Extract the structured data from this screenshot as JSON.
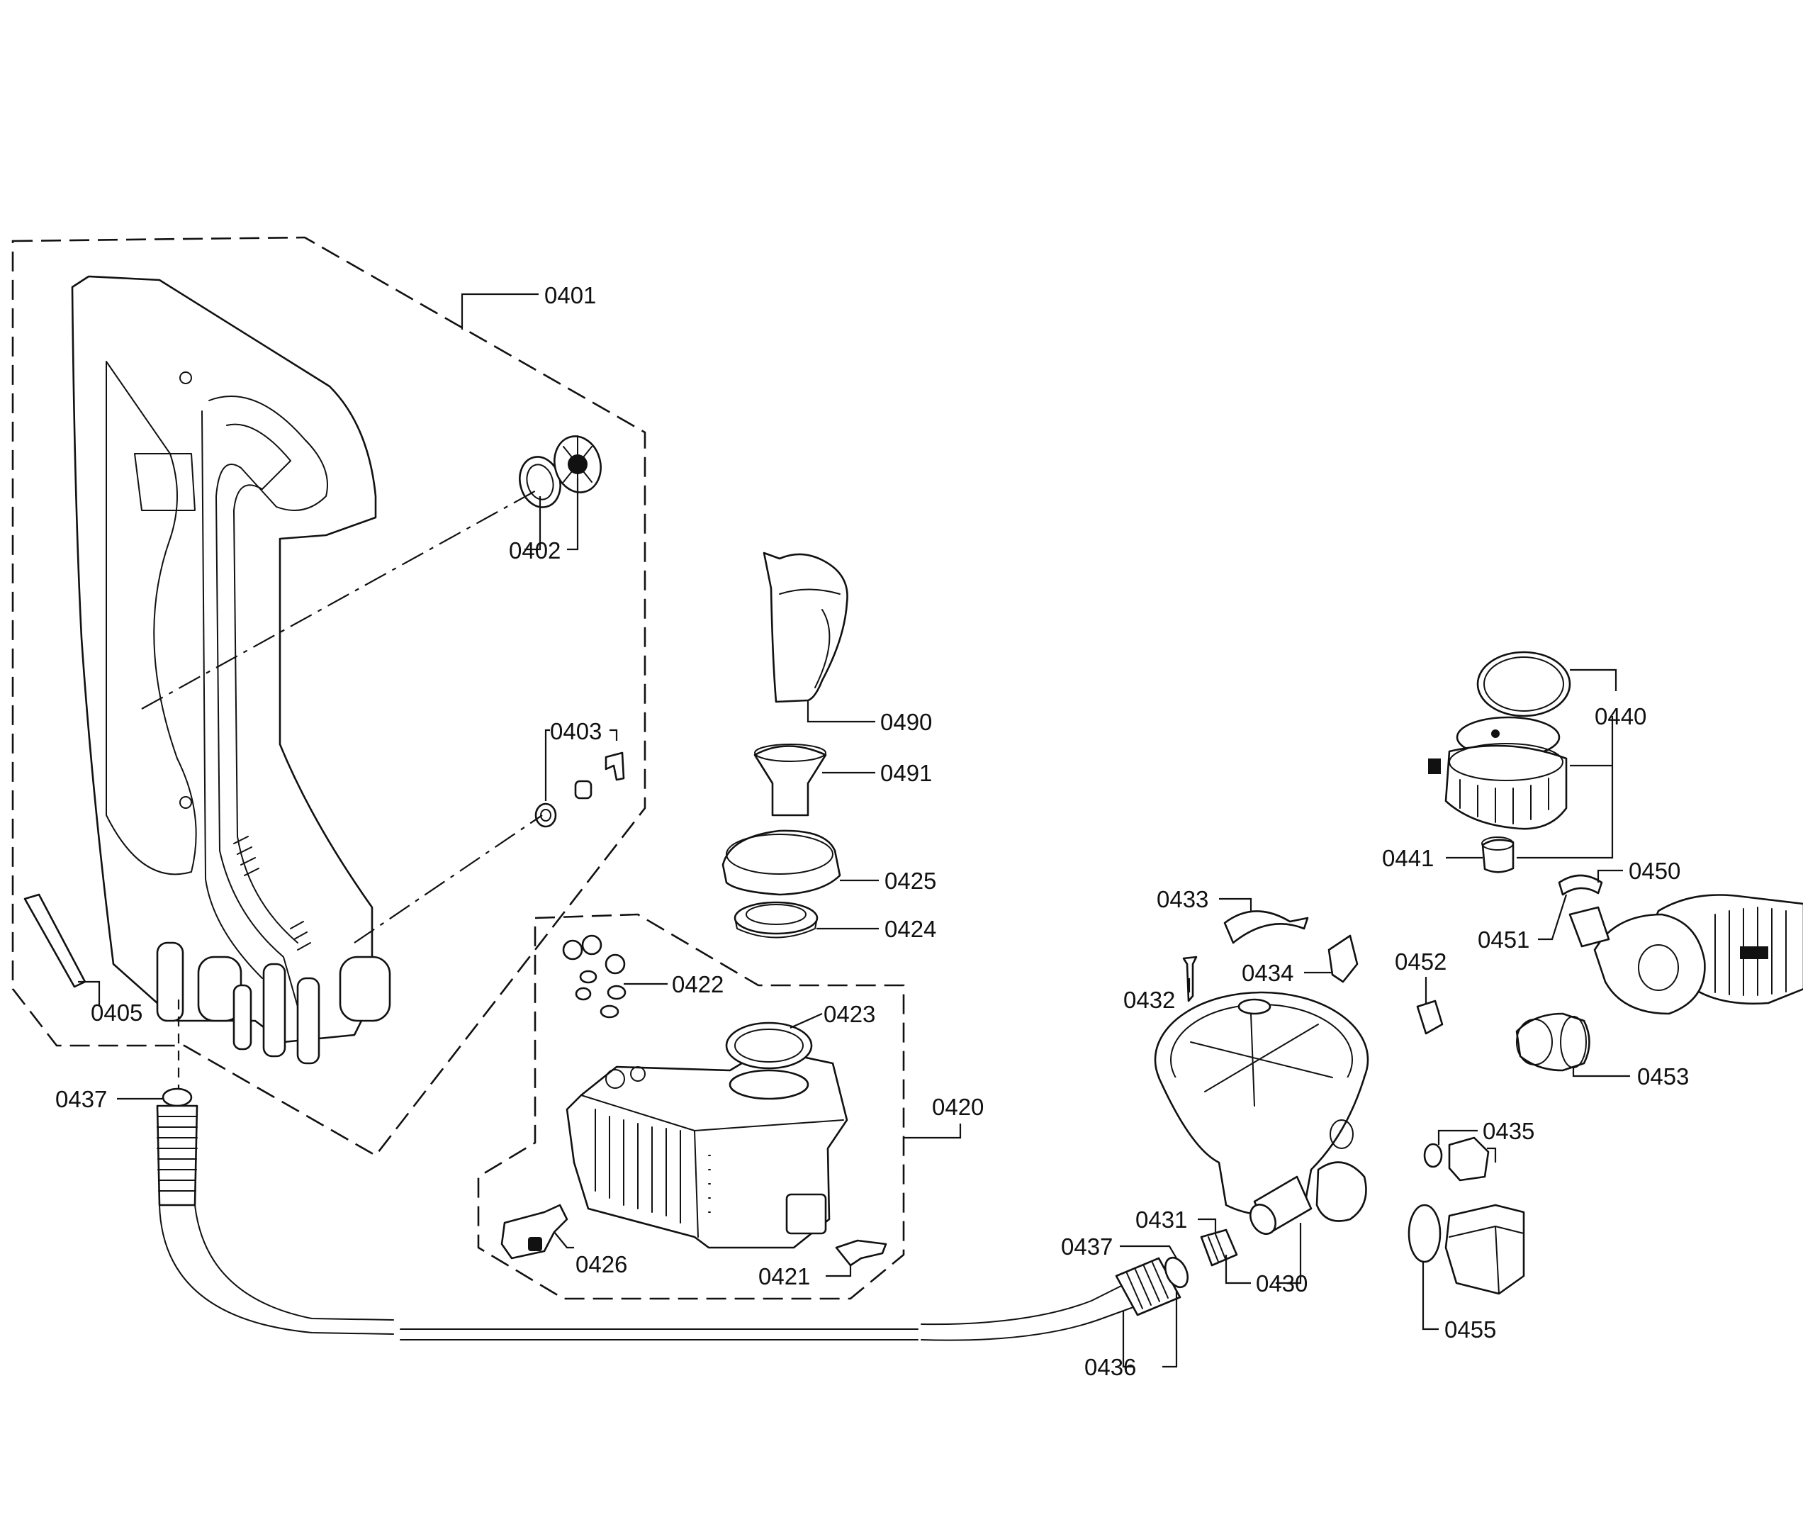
{
  "labels": {
    "p0401": "0401",
    "p0402": "0402",
    "p0403": "0403",
    "p0405": "0405",
    "p0437a": "0437",
    "p0490": "0490",
    "p0491": "0491",
    "p0425": "0425",
    "p0424": "0424",
    "p0422": "0422",
    "p0423": "0423",
    "p0420": "0420",
    "p0426": "0426",
    "p0421": "0421",
    "p0440": "0440",
    "p0441": "0441",
    "p0450": "0450",
    "p0451": "0451",
    "p0433": "0433",
    "p0432": "0432",
    "p0434": "0434",
    "p0452": "0452",
    "p0453": "0453",
    "p0435": "0435",
    "p0431": "0431",
    "p0437b": "0437",
    "p0430": "0430",
    "p0455": "0455",
    "p0436": "0436"
  }
}
